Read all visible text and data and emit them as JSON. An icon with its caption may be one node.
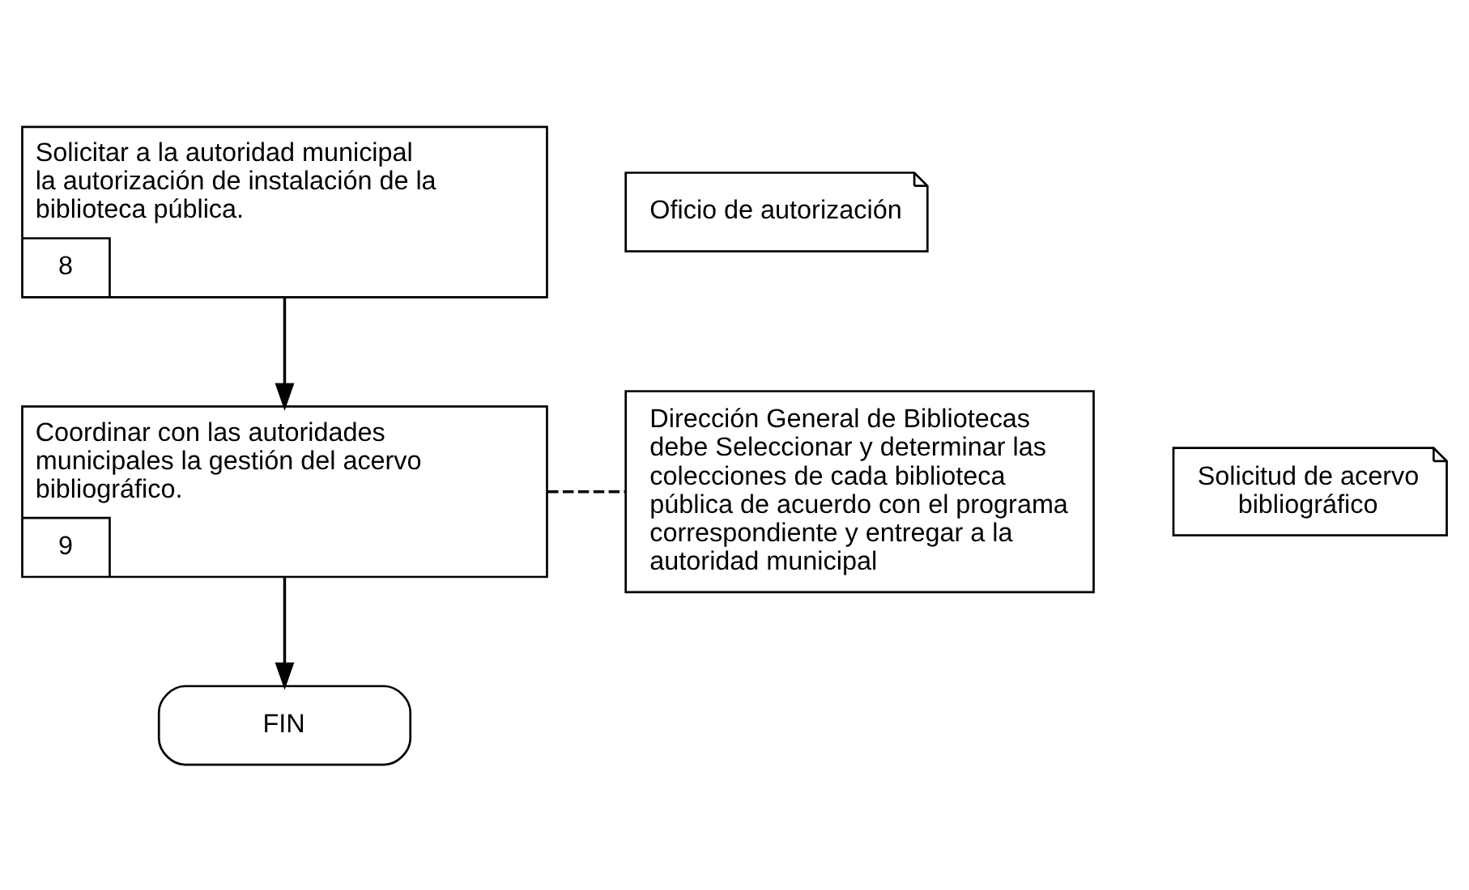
{
  "diagram": {
    "nodes": [
      {
        "text": [
          "Solicitar a la autoridad municipal la autorización de instalación de la biblioteca pública.",
          "8"
        ]
      },
      {
        "text": [
          "Oficio de autorización"
        ]
      },
      {
        "text": [
          "Coordinar con las autoridades municipales la gestión del acervo bibliográfico.",
          "9"
        ]
      },
      {
        "text": [
          "Solicitud de acervo bibliográfico"
        ]
      },
      {
        "text": [
          "Dirección General de Bibliotecas debe Seleccionar y determinar las colecciones de cada biblioteca pública de acuerdo con el programa correspondiente y entregar a la autoridad municipal"
        ]
      },
      {
        "text": [
          "FIN"
        ]
      }
    ],
    "edges": [
      {
        "from": 0,
        "to": 2,
        "arrow": "to"
      },
      {
        "from": 2,
        "to": 4,
        "arrow": "none",
        "style": "dashed"
      },
      {
        "from": 2,
        "to": 5,
        "arrow": "to"
      }
    ]
  }
}
